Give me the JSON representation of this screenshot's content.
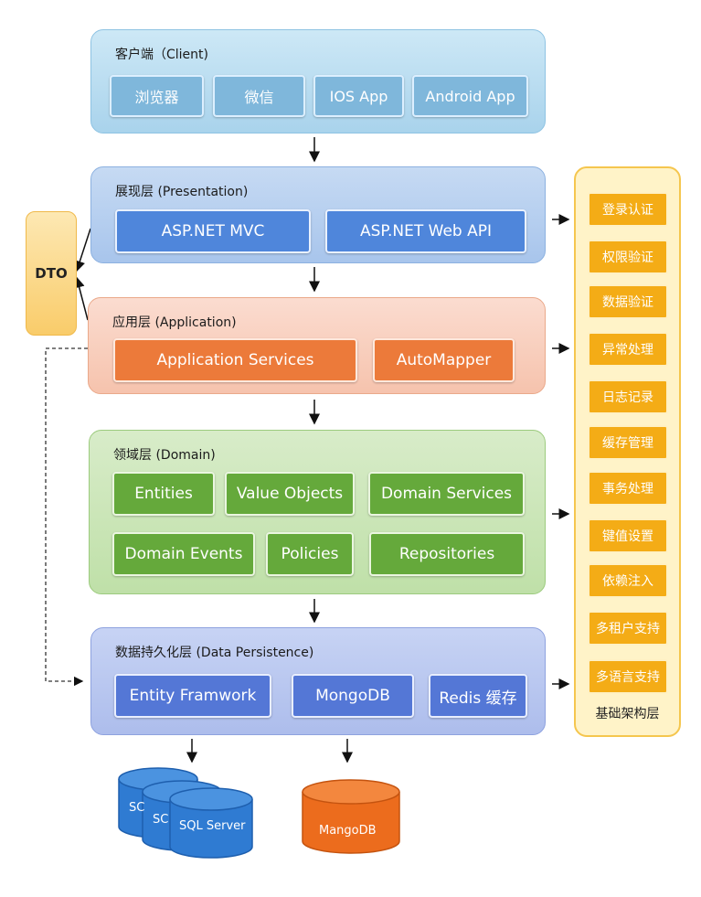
{
  "client": {
    "title": "客户端（Client)",
    "items": [
      "浏览器",
      "微信",
      "IOS App",
      "Android App"
    ]
  },
  "presentation": {
    "title": "展现层 (Presentation)",
    "items": [
      "ASP.NET MVC",
      "ASP.NET Web API"
    ]
  },
  "application": {
    "title": "应用层 (Application)",
    "items": [
      "Application Services",
      "AutoMapper"
    ]
  },
  "domain": {
    "title": "领域层 (Domain)",
    "items": [
      "Entities",
      "Value Objects",
      "Domain Services",
      "Domain Events",
      "Policies",
      "Repositories"
    ]
  },
  "persistence": {
    "title": "数据持久化层 (Data Persistence)",
    "items": [
      "Entity Framwork",
      "MongoDB",
      "Redis 缓存"
    ]
  },
  "dto": {
    "label": "DTO"
  },
  "infrastructure": {
    "title": "基础架构层",
    "items": [
      "登录认证",
      "权限验证",
      "数据验证",
      "异常处理",
      "日志记录",
      "缓存管理",
      "事务处理",
      "键值设置",
      "依赖注入",
      "多租户支持",
      "多语言支持"
    ]
  },
  "databases": {
    "sql_back_1": "SC",
    "sql_back_2": "SC",
    "sql_front": "SQL Server",
    "mongo": "MangoDB"
  },
  "colors": {
    "client": "#7fb7db",
    "presentation": "#4f86db",
    "application": "#ec7a3a",
    "domain": "#65a93b",
    "persistence": "#5477d6",
    "infra": "#f4ac16",
    "dto": "#f9cc6a"
  }
}
